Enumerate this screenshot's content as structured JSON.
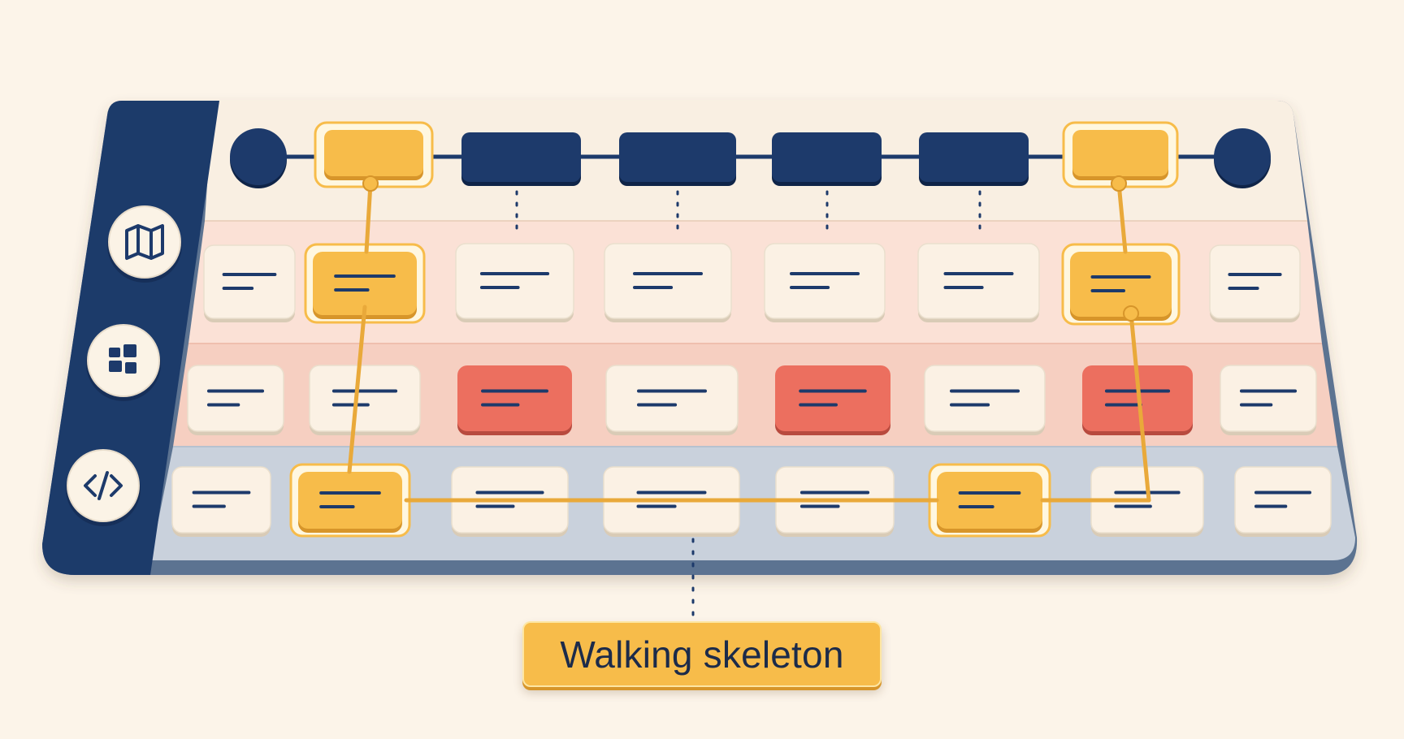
{
  "callout": {
    "label": "Walking skeleton"
  },
  "colors": {
    "background": "#fcf4e9",
    "navy": "#1d3a6b",
    "highlight": "#f7bc4a",
    "alert": "#ec6f5f",
    "card": "#fbf1e4",
    "row_user": "#fbe7dd",
    "row_ui": "#f8d8cb",
    "row_backend": "#c8d0dc"
  },
  "sidebar_icons": [
    "map-icon",
    "grid-icon",
    "code-icon"
  ],
  "backbone": {
    "steps": [
      "start",
      "step",
      "step",
      "step",
      "step",
      "step",
      "step",
      "end"
    ],
    "highlighted": [
      1,
      6
    ]
  },
  "rows": [
    {
      "name": "user-row",
      "icon": "map-icon",
      "cards": [
        "plain",
        "highlight",
        "plain",
        "plain",
        "plain",
        "plain",
        "highlight",
        "plain"
      ]
    },
    {
      "name": "ui-row",
      "icon": "grid-icon",
      "cards": [
        "plain",
        "plain",
        "alert",
        "plain",
        "alert",
        "plain",
        "alert",
        "plain"
      ]
    },
    {
      "name": "backend-row",
      "icon": "code-icon",
      "cards": [
        "plain",
        "highlight",
        "plain",
        "plain",
        "plain",
        "highlight",
        "plain",
        "plain"
      ]
    }
  ]
}
